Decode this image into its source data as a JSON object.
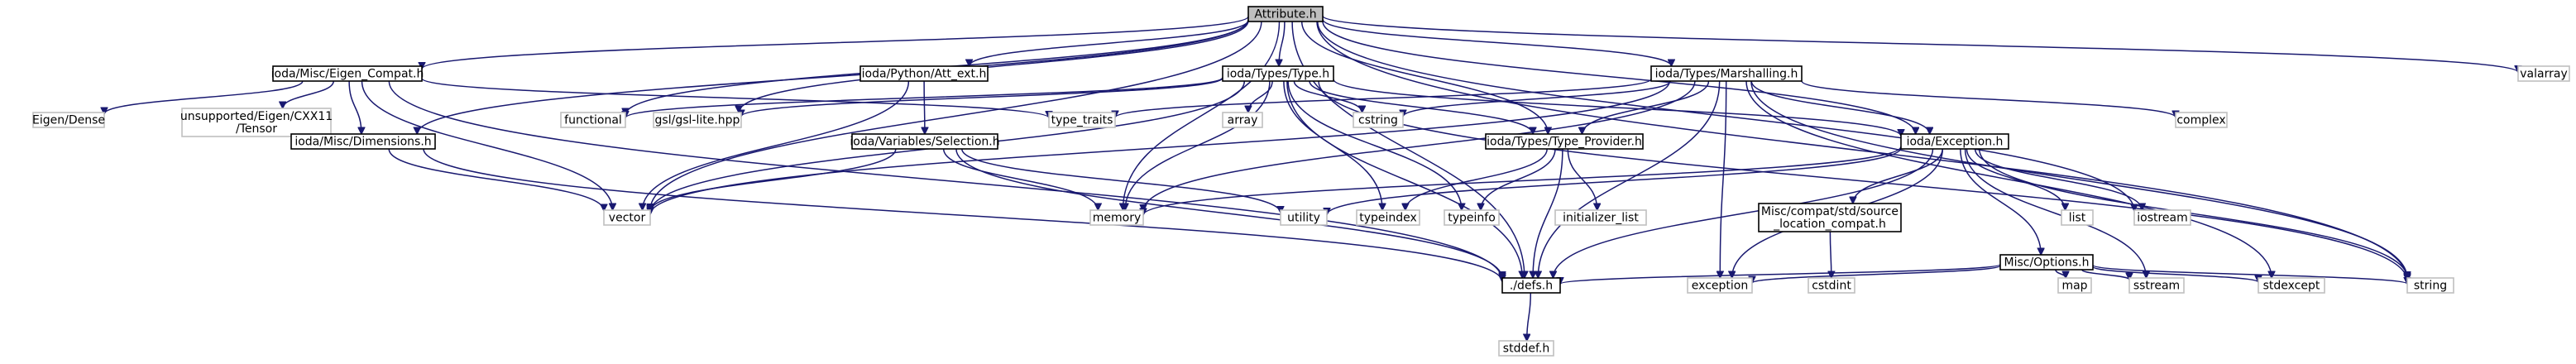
{
  "graph": {
    "colors": {
      "edge": "#191970",
      "root_fill": "#bfbfbf",
      "node_border": "#000000",
      "external_border": "#bfbfbf"
    },
    "nodes": [
      {
        "id": "attribute",
        "lines": [
          "Attribute.h"
        ],
        "kind": "root"
      },
      {
        "id": "eigen_compat",
        "lines": [
          "ioda/Misc/Eigen_Compat.h"
        ],
        "kind": "documented"
      },
      {
        "id": "att_ext",
        "lines": [
          "ioda/Python/Att_ext.h"
        ],
        "kind": "documented"
      },
      {
        "id": "type_h",
        "lines": [
          "ioda/Types/Type.h"
        ],
        "kind": "documented"
      },
      {
        "id": "marshalling",
        "lines": [
          "ioda/Types/Marshalling.h"
        ],
        "kind": "documented"
      },
      {
        "id": "valarray",
        "lines": [
          "valarray"
        ],
        "kind": "external"
      },
      {
        "id": "eigen_dense",
        "lines": [
          "Eigen/Dense"
        ],
        "kind": "external"
      },
      {
        "id": "eigen_tensor",
        "lines": [
          "unsupported/Eigen/CXX11",
          "/Tensor"
        ],
        "kind": "external"
      },
      {
        "id": "dimensions",
        "lines": [
          "ioda/Misc/Dimensions.h"
        ],
        "kind": "documented"
      },
      {
        "id": "functional",
        "lines": [
          "functional"
        ],
        "kind": "external"
      },
      {
        "id": "gsl",
        "lines": [
          "gsl/gsl-lite.hpp"
        ],
        "kind": "external"
      },
      {
        "id": "selection",
        "lines": [
          "ioda/Variables/Selection.h"
        ],
        "kind": "documented"
      },
      {
        "id": "type_traits",
        "lines": [
          "type_traits"
        ],
        "kind": "external"
      },
      {
        "id": "array",
        "lines": [
          "array"
        ],
        "kind": "external"
      },
      {
        "id": "cstring",
        "lines": [
          "cstring"
        ],
        "kind": "external"
      },
      {
        "id": "type_provider",
        "lines": [
          "ioda/Types/Type_Provider.h"
        ],
        "kind": "documented"
      },
      {
        "id": "exception_h",
        "lines": [
          "ioda/Exception.h"
        ],
        "kind": "documented"
      },
      {
        "id": "complex",
        "lines": [
          "complex"
        ],
        "kind": "external"
      },
      {
        "id": "vector",
        "lines": [
          "vector"
        ],
        "kind": "external"
      },
      {
        "id": "memory",
        "lines": [
          "memory"
        ],
        "kind": "external"
      },
      {
        "id": "utility",
        "lines": [
          "utility"
        ],
        "kind": "external"
      },
      {
        "id": "typeindex",
        "lines": [
          "typeindex"
        ],
        "kind": "external"
      },
      {
        "id": "typeinfo",
        "lines": [
          "typeinfo"
        ],
        "kind": "external"
      },
      {
        "id": "initializer_list",
        "lines": [
          "initializer_list"
        ],
        "kind": "external"
      },
      {
        "id": "source_location",
        "lines": [
          "Misc/compat/std/source",
          "_location_compat.h"
        ],
        "kind": "documented"
      },
      {
        "id": "list",
        "lines": [
          "list"
        ],
        "kind": "external"
      },
      {
        "id": "iostream",
        "lines": [
          "iostream"
        ],
        "kind": "external"
      },
      {
        "id": "options",
        "lines": [
          "Misc/Options.h"
        ],
        "kind": "documented"
      },
      {
        "id": "defs",
        "lines": [
          "./defs.h"
        ],
        "kind": "documented"
      },
      {
        "id": "cstdint",
        "lines": [
          "cstdint"
        ],
        "kind": "external"
      },
      {
        "id": "exception",
        "lines": [
          "exception"
        ],
        "kind": "external"
      },
      {
        "id": "map",
        "lines": [
          "map"
        ],
        "kind": "external"
      },
      {
        "id": "sstream",
        "lines": [
          "sstream"
        ],
        "kind": "external"
      },
      {
        "id": "stdexcept",
        "lines": [
          "stdexcept"
        ],
        "kind": "external"
      },
      {
        "id": "string",
        "lines": [
          "string"
        ],
        "kind": "external"
      },
      {
        "id": "stddef",
        "lines": [
          "stddef.h"
        ],
        "kind": "external"
      }
    ],
    "edges": [
      {
        "from": "attribute",
        "to": "eigen_compat"
      },
      {
        "from": "attribute",
        "to": "att_ext"
      },
      {
        "from": "attribute",
        "to": "type_h"
      },
      {
        "from": "attribute",
        "to": "marshalling"
      },
      {
        "from": "attribute",
        "to": "valarray"
      },
      {
        "from": "attribute",
        "to": "dimensions"
      },
      {
        "from": "attribute",
        "to": "functional"
      },
      {
        "from": "attribute",
        "to": "gsl"
      },
      {
        "from": "attribute",
        "to": "vector"
      },
      {
        "from": "attribute",
        "to": "memory"
      },
      {
        "from": "attribute",
        "to": "type_provider"
      },
      {
        "from": "attribute",
        "to": "defs"
      },
      {
        "from": "attribute",
        "to": "exception_h"
      },
      {
        "from": "attribute",
        "to": "string"
      },
      {
        "from": "attribute",
        "to": "iostream"
      },
      {
        "from": "eigen_compat",
        "to": "eigen_dense"
      },
      {
        "from": "eigen_compat",
        "to": "eigen_tensor"
      },
      {
        "from": "eigen_compat",
        "to": "dimensions"
      },
      {
        "from": "eigen_compat",
        "to": "vector"
      },
      {
        "from": "eigen_compat",
        "to": "type_traits"
      },
      {
        "from": "eigen_compat",
        "to": "defs"
      },
      {
        "from": "att_ext",
        "to": "selection"
      },
      {
        "from": "att_ext",
        "to": "vector"
      },
      {
        "from": "dimensions",
        "to": "vector"
      },
      {
        "from": "dimensions",
        "to": "defs"
      },
      {
        "from": "selection",
        "to": "vector"
      },
      {
        "from": "selection",
        "to": "memory"
      },
      {
        "from": "selection",
        "to": "utility"
      },
      {
        "from": "selection",
        "to": "defs"
      },
      {
        "from": "type_h",
        "to": "functional"
      },
      {
        "from": "type_h",
        "to": "gsl"
      },
      {
        "from": "type_h",
        "to": "array"
      },
      {
        "from": "type_h",
        "to": "cstring"
      },
      {
        "from": "type_h",
        "to": "memory"
      },
      {
        "from": "type_h",
        "to": "vector"
      },
      {
        "from": "type_h",
        "to": "type_provider"
      },
      {
        "from": "type_h",
        "to": "exception_h"
      },
      {
        "from": "type_h",
        "to": "typeindex"
      },
      {
        "from": "type_h",
        "to": "typeinfo"
      },
      {
        "from": "type_h",
        "to": "defs"
      },
      {
        "from": "type_h",
        "to": "string"
      },
      {
        "from": "marshalling",
        "to": "type_traits"
      },
      {
        "from": "marshalling",
        "to": "cstring"
      },
      {
        "from": "marshalling",
        "to": "type_provider"
      },
      {
        "from": "marshalling",
        "to": "exception_h"
      },
      {
        "from": "marshalling",
        "to": "complex"
      },
      {
        "from": "marshalling",
        "to": "vector"
      },
      {
        "from": "marshalling",
        "to": "memory"
      },
      {
        "from": "marshalling",
        "to": "defs"
      },
      {
        "from": "marshalling",
        "to": "exception"
      },
      {
        "from": "marshalling",
        "to": "stdexcept"
      },
      {
        "from": "marshalling",
        "to": "string"
      },
      {
        "from": "type_provider",
        "to": "typeindex"
      },
      {
        "from": "type_provider",
        "to": "typeinfo"
      },
      {
        "from": "type_provider",
        "to": "initializer_list"
      },
      {
        "from": "type_provider",
        "to": "defs"
      },
      {
        "from": "exception_h",
        "to": "memory"
      },
      {
        "from": "exception_h",
        "to": "utility"
      },
      {
        "from": "exception_h",
        "to": "source_location"
      },
      {
        "from": "exception_h",
        "to": "list"
      },
      {
        "from": "exception_h",
        "to": "iostream"
      },
      {
        "from": "exception_h",
        "to": "options"
      },
      {
        "from": "exception_h",
        "to": "sstream"
      },
      {
        "from": "exception_h",
        "to": "exception"
      },
      {
        "from": "exception_h",
        "to": "string"
      },
      {
        "from": "exception_h",
        "to": "defs"
      },
      {
        "from": "source_location",
        "to": "cstdint"
      },
      {
        "from": "options",
        "to": "defs"
      },
      {
        "from": "options",
        "to": "exception"
      },
      {
        "from": "options",
        "to": "map"
      },
      {
        "from": "options",
        "to": "sstream"
      },
      {
        "from": "options",
        "to": "stdexcept"
      },
      {
        "from": "options",
        "to": "string"
      },
      {
        "from": "defs",
        "to": "stddef"
      }
    ]
  }
}
